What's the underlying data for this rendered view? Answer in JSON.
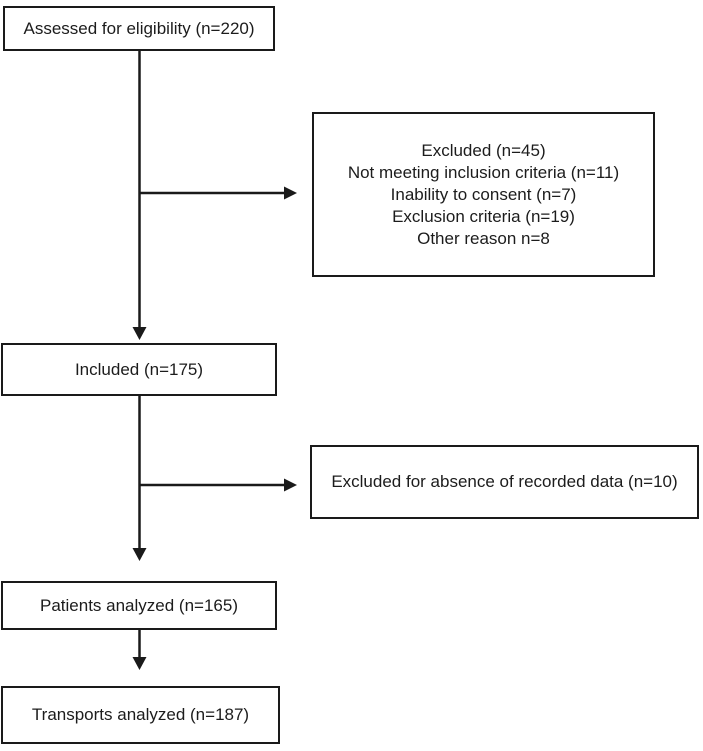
{
  "colors": {
    "background": "#ffffff",
    "box_bg": "#ffffff",
    "box_border": "#1a1a1a",
    "line": "#1a1a1a",
    "text": "#1c1c1c"
  },
  "flowchart": {
    "type": "consort-flow-diagram",
    "boxes": {
      "assessed": {
        "label": "Assessed for eligibility (n=220)"
      },
      "excluded": {
        "lines": [
          "Excluded (n=45)",
          "Not meeting inclusion criteria (n=11)",
          "Inability to consent (n=7)",
          "Exclusion criteria (n=19)",
          "Other reason n=8"
        ]
      },
      "included": {
        "label": "Included (n=175)"
      },
      "excluded_recorded_data": {
        "label": "Excluded for absence of recorded data (n=10)"
      },
      "patients_analyzed": {
        "label": "Patients analyzed (n=165)"
      },
      "transports_analyzed": {
        "label": "Transports analyzed (n=187)"
      }
    }
  }
}
